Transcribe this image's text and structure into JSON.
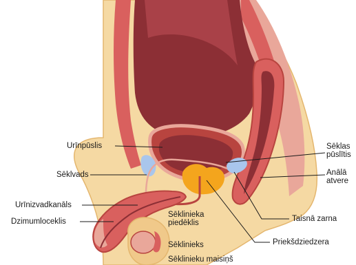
{
  "colors": {
    "skin": "#f5d9a3",
    "skin_edge": "#e4b66e",
    "muscle": "#d9605e",
    "muscle_dark": "#b8443f",
    "organ": "#8c2f35",
    "tissue_pink": "#e9a79a",
    "gland": "#f4a51d",
    "blue": "#a9c6ec",
    "leader": "#1a1a1a"
  },
  "labels": {
    "bladder": "Urīnpūslis",
    "vas_deferens": "Sēklvads",
    "urethra": "Urīnizvadkanāls",
    "penis": "Dzimumloceklis",
    "epididymis_l1": "Sēklinieka",
    "epididymis_l2": "piedēklis",
    "testis": "Sēklinieks",
    "scrotum": "Sēklinieku maisiņš",
    "seminal_l1": "Sēklas",
    "seminal_l2": "pūslītis",
    "anus_l1": "Anālā",
    "anus_l2": "atvere",
    "rectum": "Taisnā zarna",
    "prostate": "Priekšdziedzera"
  }
}
